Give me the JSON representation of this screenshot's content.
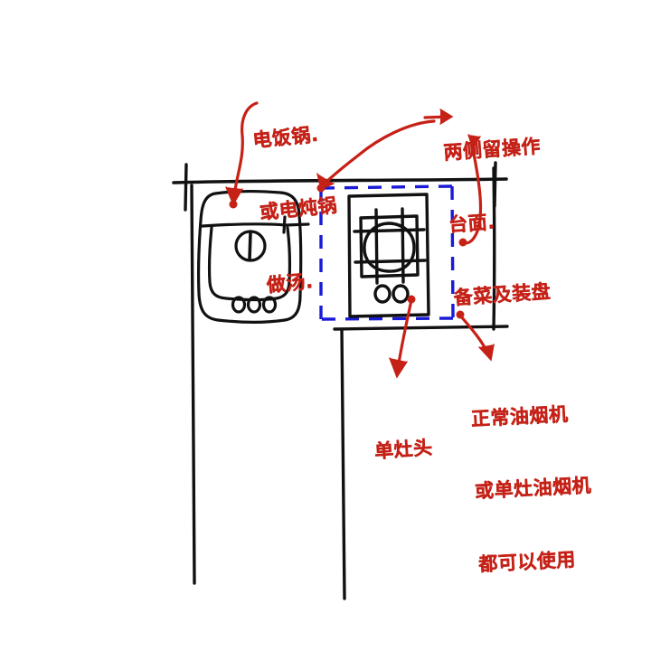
{
  "drawing": {
    "title": "Hand-drawn kitchen counter layout sketch",
    "colors": {
      "ink_black": "#111111",
      "ink_red": "#c62117",
      "ink_blue": "#1a1ad6",
      "paper": "#ffffff"
    }
  },
  "annotations": {
    "rice_cooker": {
      "line1": "电饭锅.",
      "line2": "或电炖锅",
      "line3": "做汤."
    },
    "countertop": {
      "line1": "两侧留操作",
      "line2": "台面.",
      "line3": "备菜及装盘"
    },
    "burner": {
      "line1": "单灶头"
    },
    "range_hood": {
      "line1": "正常油烟机",
      "line2": "或单灶油烟机",
      "line3": "都可以使用"
    }
  },
  "objects": {
    "rice_cooker_label": "rice-cooker-appliance",
    "cooktop_label": "single-burner-cooktop",
    "dashed_zone_label": "hood-coverage-zone",
    "counter_label": "counter-plan-lines"
  }
}
